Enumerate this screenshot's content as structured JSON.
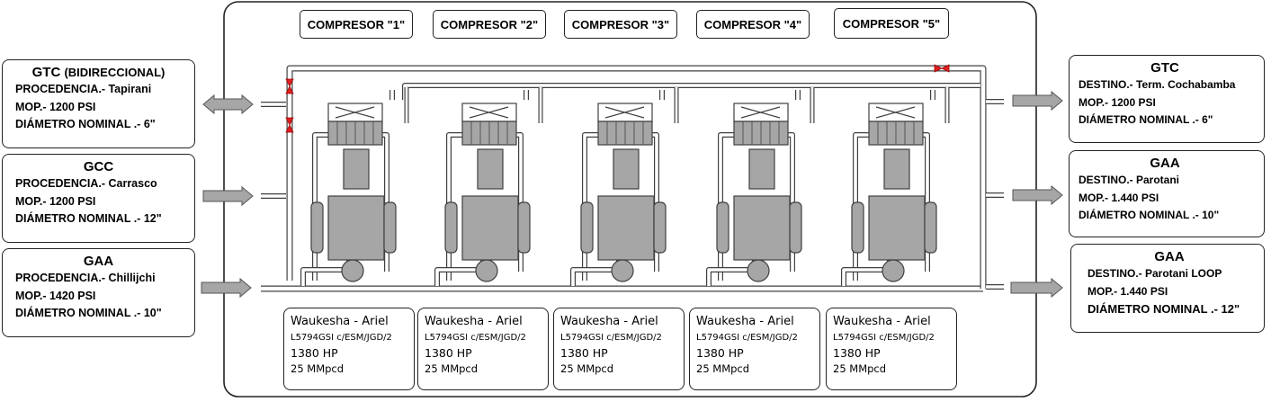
{
  "compressors": [
    {
      "title": "COMPRESOR \"1\"",
      "spec": {
        "line1": "Waukesha - Ariel",
        "line2": "L5794GSI  c/ESM/JGD/2",
        "line3": "1380 HP",
        "line4": "25 MMpcd"
      }
    },
    {
      "title": "COMPRESOR \"2\"",
      "spec": {
        "line1": "Waukesha - Ariel",
        "line2": "L5794GSI  c/ESM/JGD/2",
        "line3": "1380 HP",
        "line4": "25 MMpcd"
      }
    },
    {
      "title": "COMPRESOR \"3\"",
      "spec": {
        "line1": "Waukesha - Ariel",
        "line2": "L5794GSI  c/ESM/JGD/2",
        "line3": "1380 HP",
        "line4": "25 MMpcd"
      }
    },
    {
      "title": "COMPRESOR \"4\"",
      "spec": {
        "line1": "Waukesha - Ariel",
        "line2": "L5794GSI  c/ESM/JGD/2",
        "line3": "1380 HP",
        "line4": "25 MMpcd"
      }
    },
    {
      "title": "COMPRESOR \"5\"",
      "spec": {
        "line1": "Waukesha - Ariel",
        "line2": "L5794GSI  c/ESM/JGD/2",
        "line3": "1380 HP",
        "line4": "25 MMpcd"
      }
    }
  ],
  "inlets": [
    {
      "name": "GTC",
      "name_suffix": "(BIDIRECCIONAL)",
      "line1": "PROCEDENCIA.- Tapirani",
      "line2": "MOP.- 1200 PSI",
      "line3": "DIÁMETRO NOMINAL  .- 6\""
    },
    {
      "name": "GCC",
      "line1": "PROCEDENCIA.- Carrasco",
      "line2": "MOP.- 1200 PSI",
      "line3": "DIÁMETRO NOMINAL  .- 12\""
    },
    {
      "name": "GAA",
      "line1": "PROCEDENCIA.- Chillijchi",
      "line2": "MOP.- 1420 PSI",
      "line3": "DIÁMETRO NOMINAL  .- 10\""
    }
  ],
  "outlets": [
    {
      "name": "GTC",
      "line1": "DESTINO.- Term. Cochabamba",
      "line2": "MOP.- 1200 PSI",
      "line3": "DIÁMETRO NOMINAL  .- 6\""
    },
    {
      "name": "GAA",
      "line1": "DESTINO.- Parotani",
      "line2": "MOP.- 1.440 PSI",
      "line3": "DIÁMETRO NOMINAL  .- 10\""
    },
    {
      "name": "GAA",
      "line1": "DESTINO.- Parotani LOOP",
      "line2": "MOP.- 1.440 PSI",
      "line3": "DIÁMETRO NOMINAL .- 12\""
    }
  ],
  "colors": {
    "equipment": "#a6a6a6",
    "pipe_fill": "#ffffff",
    "stroke": "#404040",
    "valve": "#e02020",
    "arrow": "#a6a6a6"
  }
}
